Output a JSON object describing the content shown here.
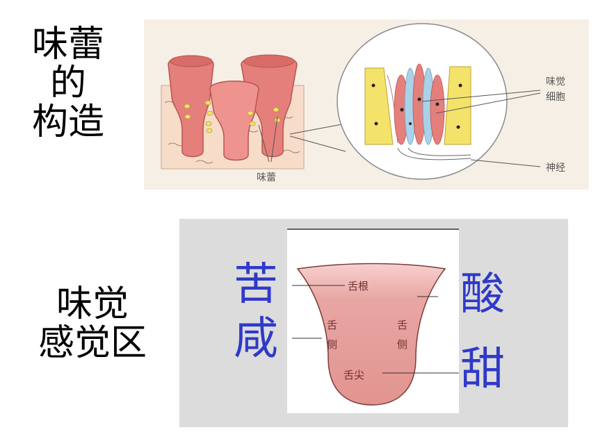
{
  "titles": {
    "structure": [
      "味蕾",
      "的",
      "构造"
    ],
    "region": [
      "味觉",
      "感觉区"
    ]
  },
  "taste_labels": {
    "bitter": "苦",
    "salty": "咸",
    "sour": "酸",
    "sweet": "甜"
  },
  "structure_diagram": {
    "taste_bud_label": "味蕾",
    "taste_cell_label": [
      "味觉",
      "细胞"
    ],
    "nerve_label": "神经"
  },
  "tongue_diagram": {
    "root_label": "舌根",
    "side_left": [
      "舌",
      "侧"
    ],
    "side_right": [
      "舌",
      "侧"
    ],
    "tip_label": "舌尖"
  },
  "colors": {
    "blue_text": "#2f39c8",
    "tongue_pink": "#e8a6a3",
    "bud_pink": "#e57f7b",
    "cell_yellow": "#f3e36a",
    "cell_blue": "#a9d2e8"
  }
}
